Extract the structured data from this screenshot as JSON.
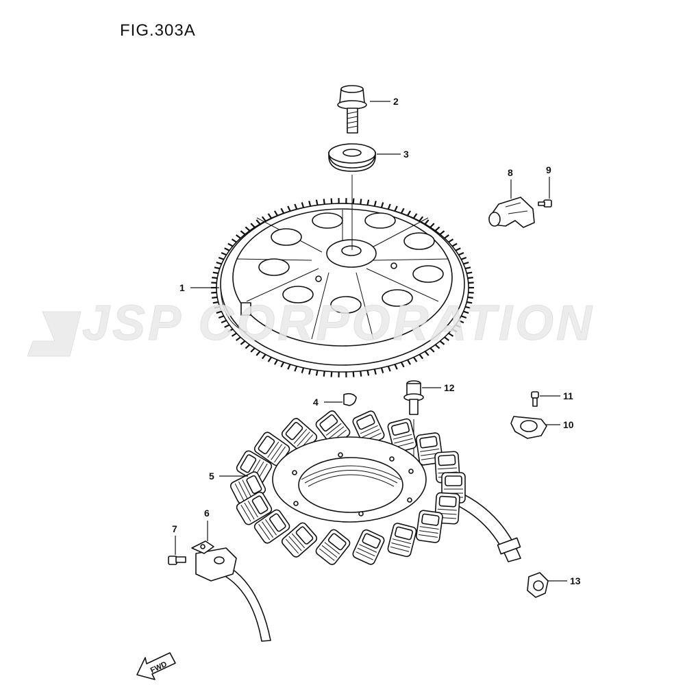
{
  "figure": {
    "title": "FIG.303A",
    "watermark": "JSP CORPORATION",
    "direction_label": "FWD"
  },
  "callouts": [
    {
      "id": "1",
      "part": "flywheel-rotor"
    },
    {
      "id": "2",
      "part": "flywheel-bolt"
    },
    {
      "id": "3",
      "part": "washer"
    },
    {
      "id": "4",
      "part": "key"
    },
    {
      "id": "5",
      "part": "stator-coil"
    },
    {
      "id": "6",
      "part": "pulser-coil"
    },
    {
      "id": "7",
      "part": "pulser-screw"
    },
    {
      "id": "8",
      "part": "sensor"
    },
    {
      "id": "9",
      "part": "sensor-screw"
    },
    {
      "id": "10",
      "part": "clamp"
    },
    {
      "id": "11",
      "part": "clamp-screw"
    },
    {
      "id": "12",
      "part": "stator-bolt"
    },
    {
      "id": "13",
      "part": "cable-clamp"
    }
  ]
}
